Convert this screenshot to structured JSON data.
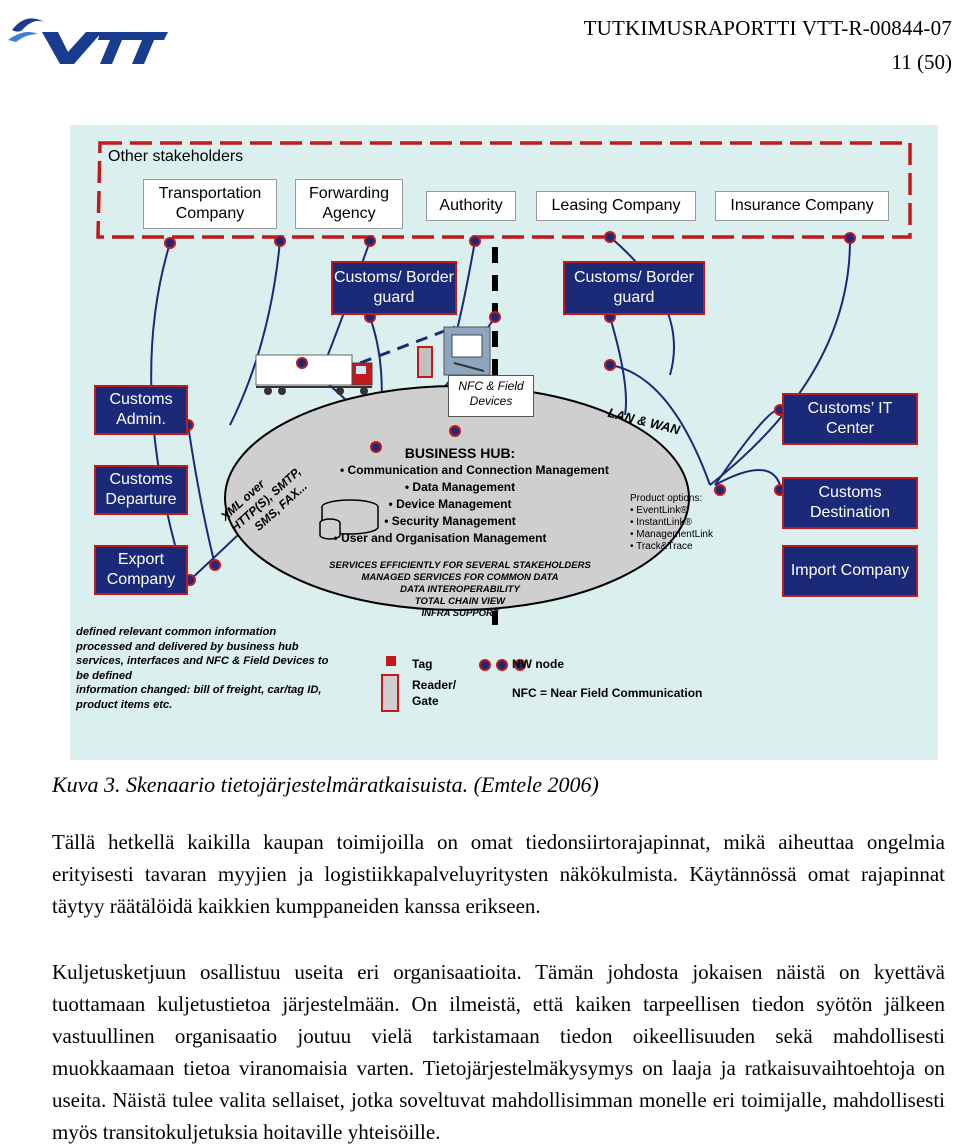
{
  "header": {
    "logo_text": "VTT",
    "report_id": "TUTKIMUSRAPORTTI VTT-R-00844-07",
    "page_number": "11 (50)"
  },
  "figure": {
    "other_stakeholders": "Other stakeholders",
    "stakeholders": [
      "Transportation Company",
      "Forwarding Agency",
      "Authority",
      "Leasing Company",
      "Insurance Company"
    ],
    "border_left": "Customs/ Border guard",
    "border_right": "Customs/ Border guard",
    "left_boxes": [
      "Customs Admin.",
      "Customs Departure",
      "Export Company"
    ],
    "right_boxes": [
      "Customs’ IT Center",
      "Customs Destination",
      "Import Company"
    ],
    "nfc_devices": "NFC & Field Devices",
    "lan_wan": "LAN & WAN",
    "xml_lines": [
      "XML over",
      "HTTP(S), SMTP,",
      "SMS, FAX..."
    ],
    "hub": {
      "title": "BUSINESS HUB:",
      "items": [
        "• Communication and Connection Management",
        "• Data Management",
        "• Device Management",
        "• Security Management",
        "• User and Organisation Management"
      ],
      "services": [
        "SERVICES EFFICIENTLY FOR SEVERAL STAKEHOLDERS",
        "MANAGED SERVICES FOR COMMON DATA",
        "DATA INTEROPERABILITY",
        "TOTAL CHAIN VIEW",
        "INFRA SUPPORT"
      ]
    },
    "product_options": {
      "title": "Product options:",
      "items": [
        "• EventLink®",
        "• InstantLink®",
        "• ManagementLink",
        "• Track&Trace"
      ]
    },
    "note_lines": [
      "defined relevant common information",
      "processed and delivered by business hub",
      "services, interfaces and NFC & Field Devices to",
      "be defined",
      "information changed: bill of freight, car/tag ID,",
      "product items etc."
    ],
    "legend": {
      "tag": "Tag",
      "reader": "Reader/ Gate",
      "nw_node": "NW node",
      "nfc": "NFC = Near Field Communication"
    },
    "colors": {
      "navy": "#1a2a78",
      "red": "#c21a1a",
      "background": "#dbefef"
    }
  },
  "caption": "Kuva 3. Skenaario tietojärjestelmäratkaisuista. (Emtele 2006)",
  "paragraphs": [
    "Tällä hetkellä kaikilla kaupan toimijoilla on omat tiedonsiirtorajapinnat, mikä aiheuttaa ongelmia erityisesti tavaran myyjien ja logistiikkapalveluyritysten näkökulmista. Käytännössä omat rajapinnat täytyy räätälöidä kaikkien kumppaneiden kanssa erikseen.",
    "Kuljetusketjuun osallistuu useita eri organisaatioita. Tämän johdosta jokaisen näistä on kyettävä tuottamaan kuljetustietoa järjestelmään. On ilmeistä, että kaiken tarpeellisen tiedon syötön jälkeen vastuullinen organisaatio joutuu vielä tarkistamaan tiedon oikeellisuuden sekä mahdollisesti muokkaamaan tietoa viranomaisia varten. Tietojärjestelmäkysymys on laaja ja ratkaisuvaihtoehtoja on useita. Näistä tulee valita sellaiset, jotka soveltuvat mahdollisimman monelle eri toimijalle, mahdollisesti myös transitokuljetuksia hoitaville yhteisöille."
  ]
}
